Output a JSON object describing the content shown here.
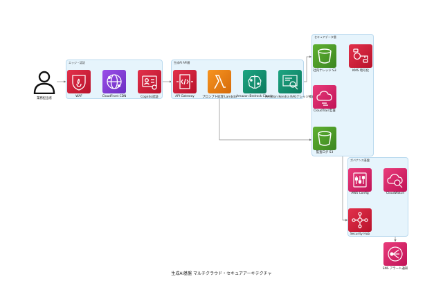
{
  "groups": {
    "edge": "エッジ・認証",
    "genai": "生成AI API層",
    "secure_data": "セキュアデータ層",
    "governance": "ガバナンス基盤"
  },
  "nodes": {
    "user": "業務担当者",
    "waf": "WAF",
    "cloudfront": "CloudFront CDN",
    "cognito": "Cognito認証",
    "api_gateway": "API Gateway",
    "lambda": "プロンプト処理 Lambda",
    "bedrock": "Amazon Bedrock Claude",
    "kendra": "Amazon Kendra RAG",
    "kendra_suffix": "ナレッジ検索",
    "s3_internal": "社内ナレッジ S3",
    "kms": "KMS 暗号化",
    "cloudtrail": "CloudTrail 監査",
    "s3_audit": "監査ログ S3",
    "config": "AWS Config",
    "cloudwatch": "CloudWatch",
    "security_hub": "Security Hub",
    "sns": "SNS アラート通知"
  },
  "caption": "生成AI基盤 マルチクラウド・セキュアアーキテクチャ",
  "colors": {
    "security": "#d1173a",
    "compute": "#e8740f",
    "storage": "#4a9a2a",
    "ml": "#13907a",
    "network": "#7c3bd6",
    "management": "#d11a63",
    "group_fill": "#e6f4fc",
    "arrow": "#777777"
  }
}
